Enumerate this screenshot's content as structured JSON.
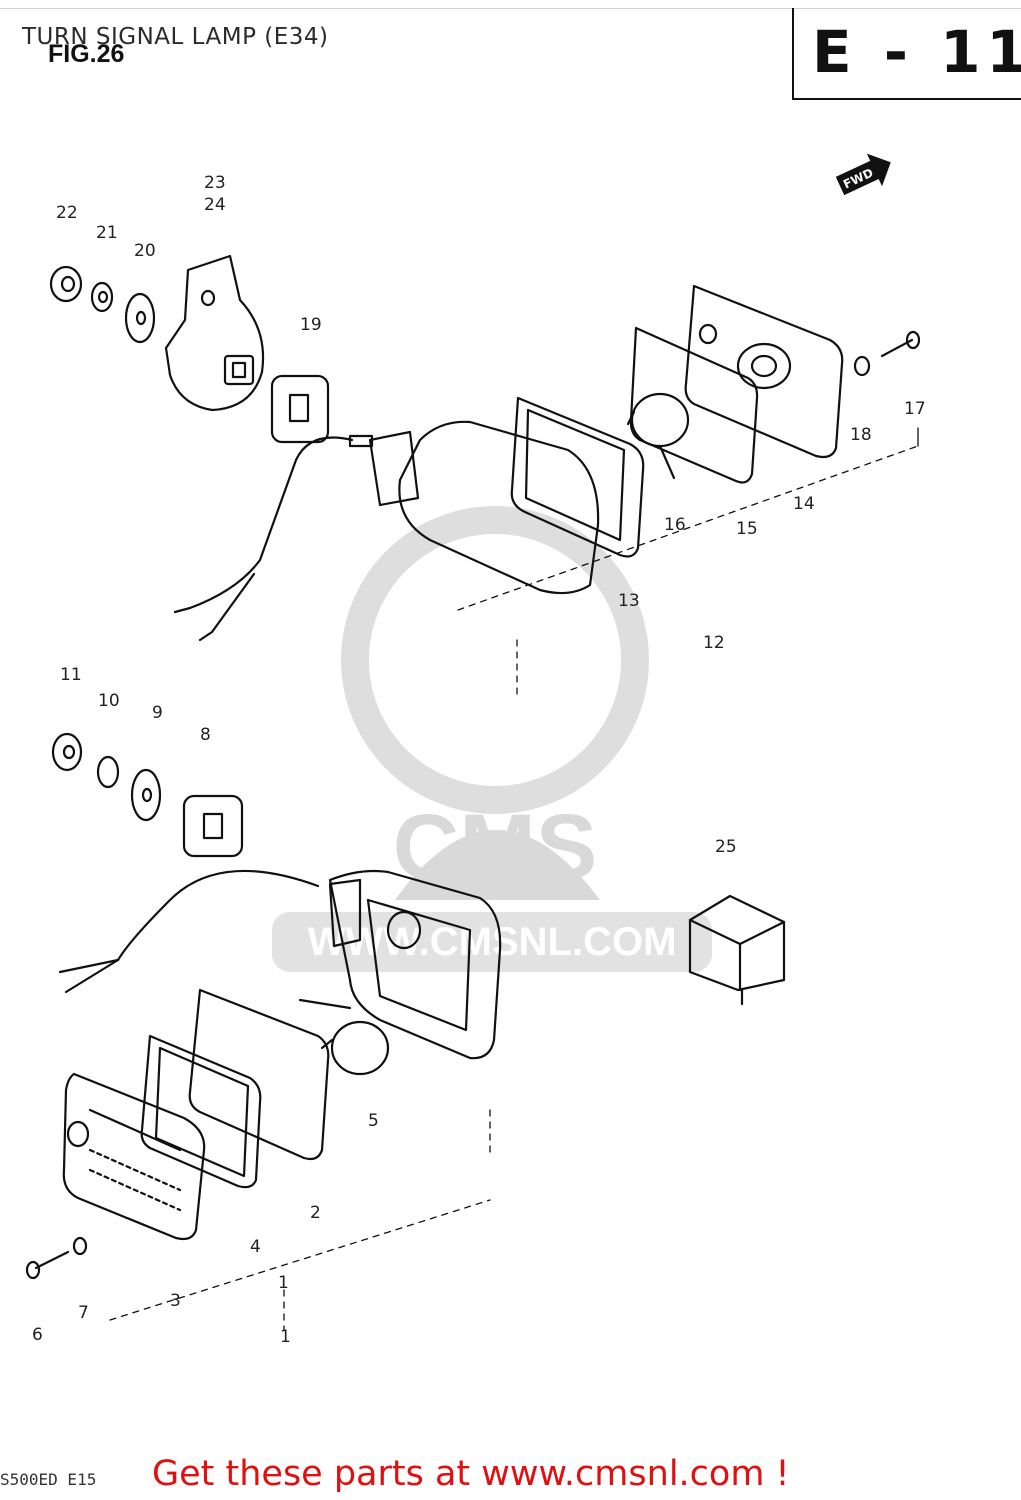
{
  "header": {
    "title": "TURN SIGNAL LAMP (E34)",
    "figure": "FIG.26",
    "section": "E - 11"
  },
  "direction_mark": "FWD",
  "watermark": {
    "brand": "CMS",
    "url": "WWW.CMSNL.COM"
  },
  "callouts": {
    "p1": "1",
    "p1b": "1",
    "p2": "2",
    "p3": "3",
    "p4": "4",
    "p5": "5",
    "p6": "6",
    "p7": "7",
    "p8": "8",
    "p9": "9",
    "p10": "10",
    "p11": "11",
    "p12": "12",
    "p13": "13",
    "p14": "14",
    "p15": "15",
    "p16": "16",
    "p17": "17",
    "p18": "18",
    "p19": "19",
    "p20": "20",
    "p21": "21",
    "p22": "22",
    "p23": "23",
    "p24": "24",
    "p25": "25"
  },
  "footer": {
    "model_code": "S500ED E15",
    "promo": "Get these parts at www.cmsnl.com !"
  },
  "colors": {
    "promo": "#e01010",
    "line": "#111111",
    "watermark": "#d9d9d9"
  }
}
